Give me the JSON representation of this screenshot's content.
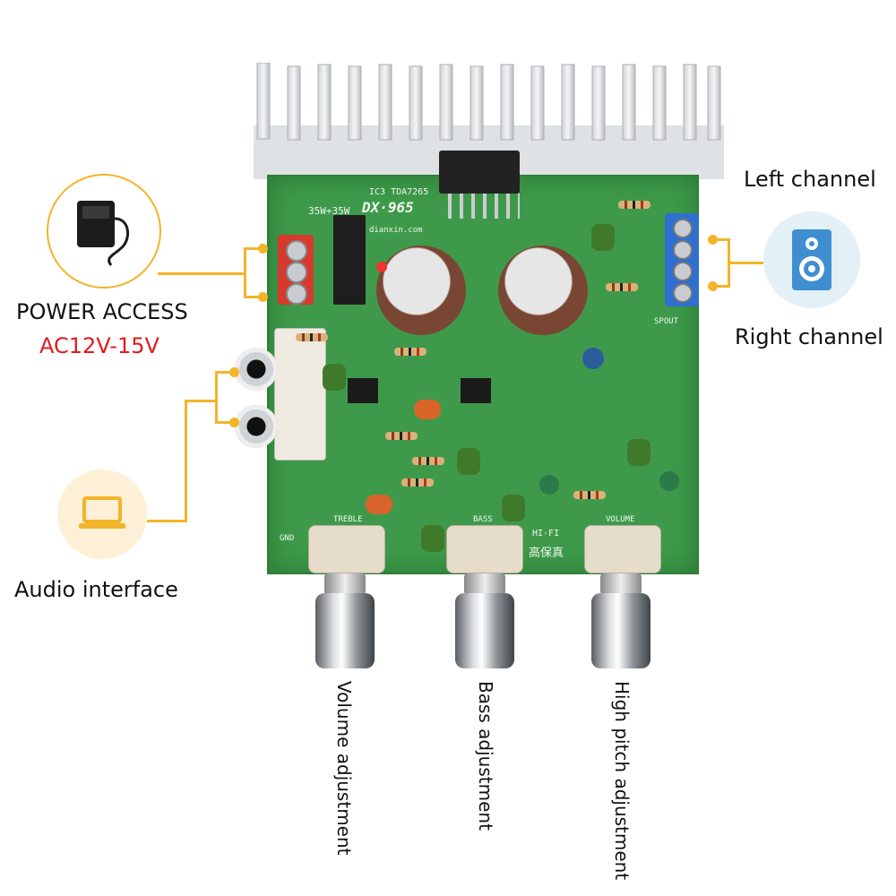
{
  "callouts": {
    "power_title": "POWER ACCESS",
    "power_voltage": "AC12V-15V",
    "audio_interface": "Audio interface",
    "left_channel": "Left channel",
    "right_channel": "Right channel"
  },
  "knob_labels": {
    "volume": "Volume adjustment",
    "bass": "Bass adjustment",
    "high_pitch": "High pitch adjustment"
  },
  "board_silkscreen": {
    "model": "DX·965",
    "power_rating": "35W+35W",
    "ic": "IC3 TDA7265",
    "website": "dianxin.com",
    "treble": "TREBLE",
    "bass": "BASS",
    "volume": "VOLUME",
    "hifi": "HI-FI",
    "hifi_cn": "高保真",
    "gnd": "GND",
    "spout": "SPOUT"
  },
  "colors": {
    "accent_yellow": "#f2b42a",
    "pcb_green": "#3e9a4a",
    "power_red": "#e01b1b"
  },
  "icons": [
    "power-adapter-icon",
    "laptop-icon",
    "speaker-icon"
  ]
}
